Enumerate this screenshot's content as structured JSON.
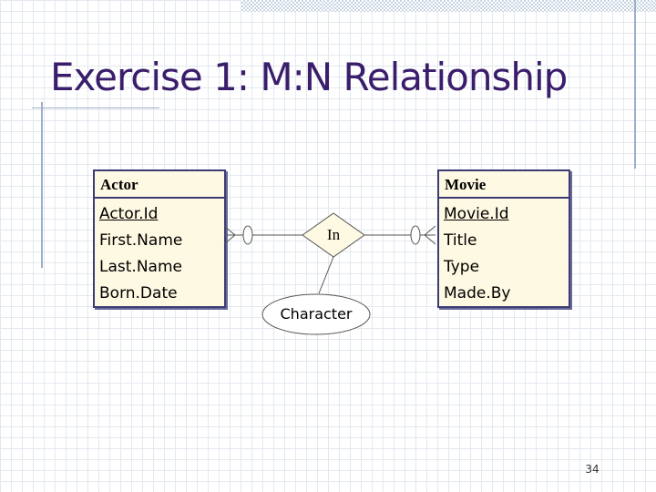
{
  "slide": {
    "title": "Exercise 1: M:N Relationship",
    "page_number": "34"
  },
  "diagram": {
    "entities": {
      "actor": {
        "name": "Actor",
        "attributes": [
          "Actor.Id",
          "First.Name",
          "Last.Name",
          "Born.Date"
        ],
        "key_attribute": "Actor.Id"
      },
      "movie": {
        "name": "Movie",
        "attributes": [
          "Movie.Id",
          "Title",
          "Type",
          "Made.By"
        ],
        "key_attribute": "Movie.Id"
      }
    },
    "relationship": {
      "name": "In",
      "attribute": "Character",
      "actor_side_cardinality": "many",
      "movie_side_cardinality": "many"
    }
  },
  "colors": {
    "title": "#3a1d6b",
    "entity_fill": "#fef9e2",
    "entity_border": "#3b3b75",
    "connector": "#555555"
  }
}
